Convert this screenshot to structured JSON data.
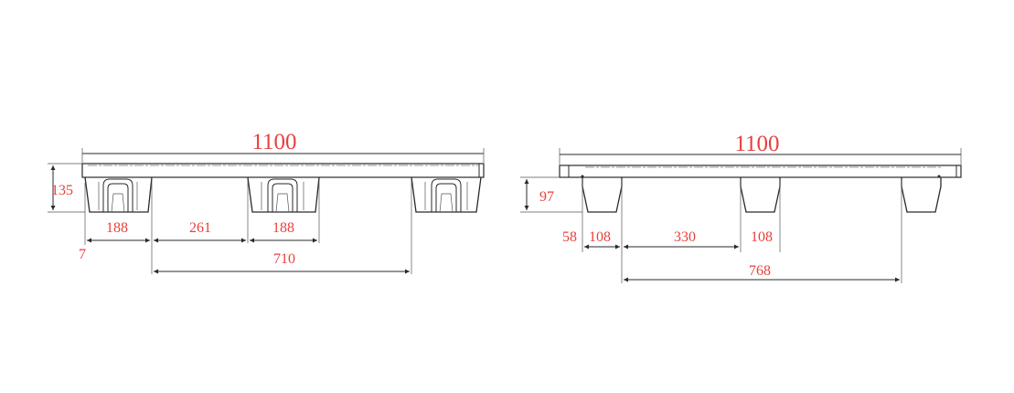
{
  "colors": {
    "line": "#2a2a2a",
    "dimension_text": "#e8413c"
  },
  "views": {
    "left": {
      "overall_width": "1100",
      "height": "135",
      "dim_foot_1": "188",
      "dim_gap": "261",
      "dim_foot_2": "188",
      "dim_offset": "7",
      "dim_span": "710"
    },
    "right": {
      "overall_width": "1100",
      "height": "97",
      "dim_offset": "58",
      "dim_foot_1": "108",
      "dim_gap": "330",
      "dim_foot_2": "108",
      "dim_span": "768"
    }
  }
}
